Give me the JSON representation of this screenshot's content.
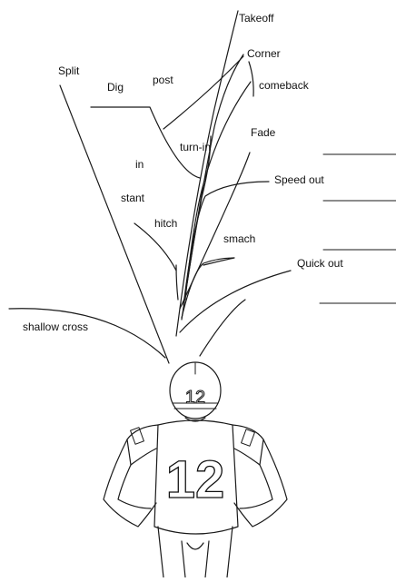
{
  "diagram": {
    "labels": {
      "takeoff": "Takeoff",
      "corner": "Corner",
      "comeback": "comeback",
      "split": "Split",
      "dig": "Dig",
      "post": "post",
      "turn_in": "turn-in",
      "fade": "Fade",
      "in": "in",
      "speed_out": "Speed out",
      "stant": "stant",
      "hitch": "hitch",
      "smach": "smach",
      "quick_out": "Quick out",
      "shallow_cross": "shallow cross"
    },
    "player": {
      "helmet_number": "12",
      "jersey_number": "12"
    }
  }
}
